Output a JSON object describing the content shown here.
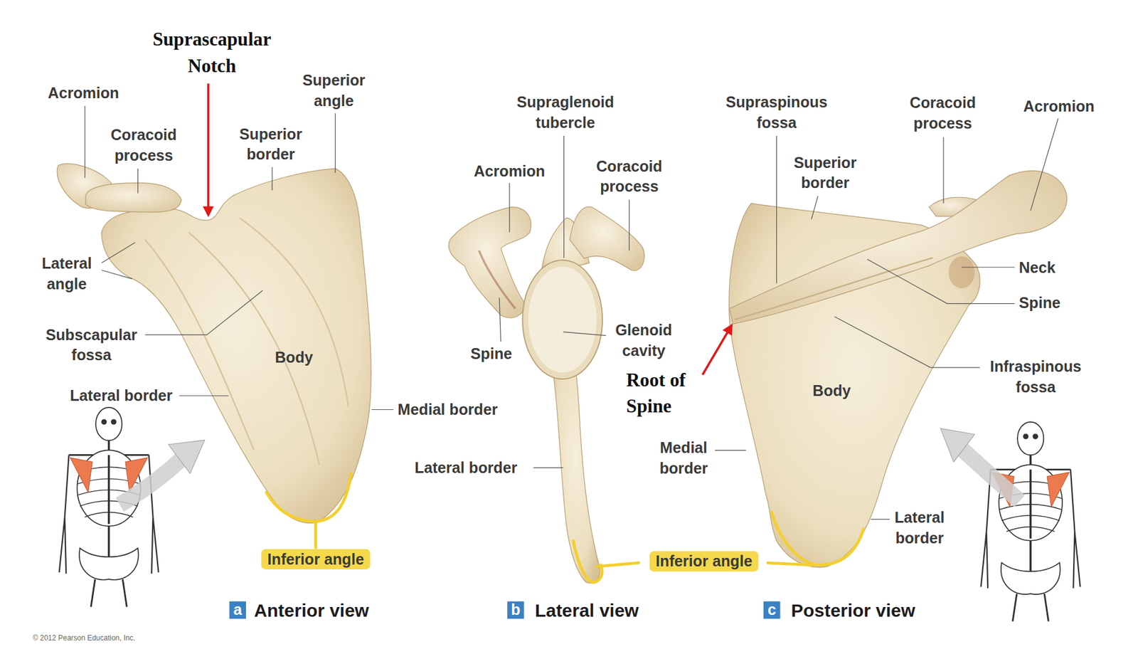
{
  "diagram": {
    "nodes": [
      {
        "text": [
          "a"
        ]
      },
      {
        "text": [
          "b"
        ]
      },
      {
        "text": [
          "c"
        ]
      }
    ],
    "labels": [
      "Suprascapular Notch",
      "Acromion",
      "Coracoid process",
      "Superior angle",
      "Superior border",
      "Lateral angle",
      "Subscapular fossa",
      "Body",
      "Lateral border",
      "Medial border",
      "Inferior angle",
      "Anterior view",
      "Supraglenoid tubercle",
      "Acromion",
      "Coracoid process",
      "Spine",
      "Glenoid cavity",
      "Lateral border",
      "Inferior angle",
      "Lateral view",
      "Supraspinous fossa",
      "Superior border",
      "Coracoid process",
      "Acromion",
      "Neck",
      "Spine",
      "Root of Spine",
      "Infraspinous fossa",
      "Body",
      "Medial border",
      "Lateral border",
      "Posterior view",
      "© 2012 Pearson Education, Inc."
    ]
  }
}
